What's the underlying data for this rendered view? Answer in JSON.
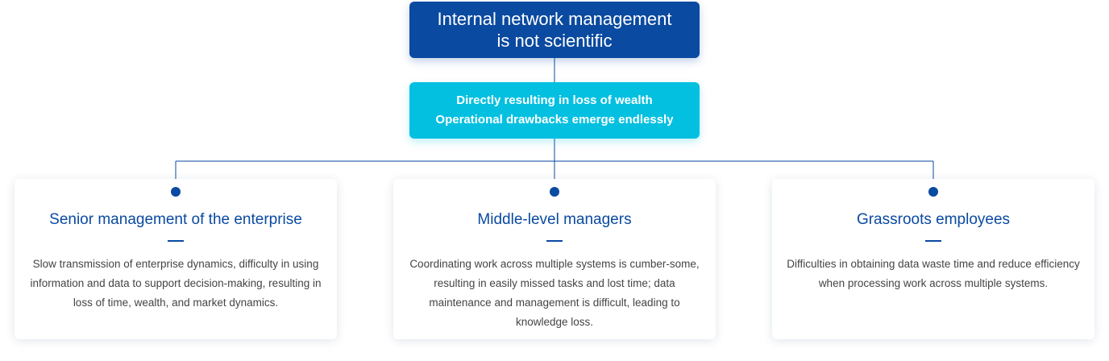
{
  "top": {
    "line1": "Internal network management",
    "line2": "is not scientific"
  },
  "middle": {
    "line1": "Directly resulting in loss of wealth",
    "line2": "Operational drawbacks emerge endlessly"
  },
  "cards": [
    {
      "title": "Senior management of the enterprise",
      "desc": "Slow transmission of enterprise dynamics, difficulty in using information and data to support decision-making, resulting in loss of time, wealth, and market dynamics."
    },
    {
      "title": "Middle-level managers",
      "desc": "Coordinating work across multiple systems is cumber-some, resulting in easily missed tasks and lost time; data maintenance and management is difficult, leading to knowledge loss."
    },
    {
      "title": "Grassroots employees",
      "desc": "Difficulties in obtaining data waste time and reduce efficiency when processing work across multiple systems."
    }
  ],
  "colors": {
    "primary": "#0a4aa0",
    "accent": "#03c0e0",
    "text": "#444444",
    "background": "#ffffff"
  }
}
